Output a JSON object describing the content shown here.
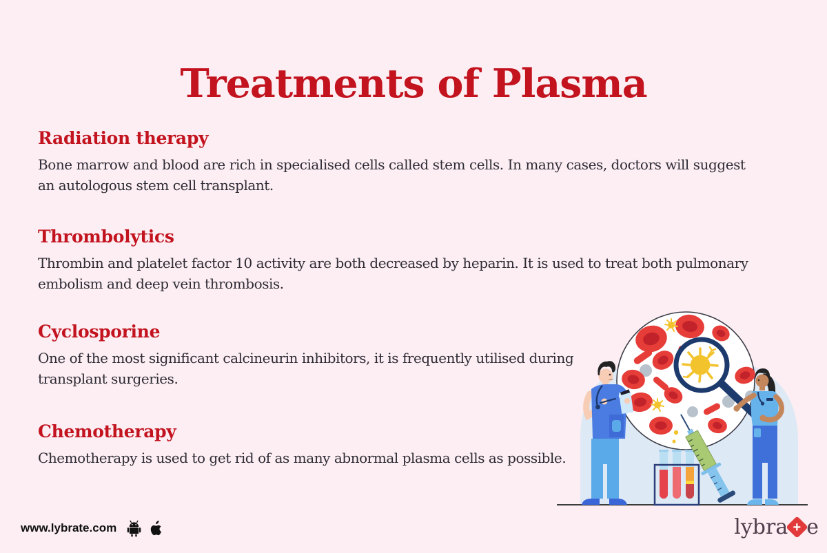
{
  "page": {
    "background_color": "#fceef2"
  },
  "title": {
    "text": "Treatments of Plasma",
    "color": "#c2131f"
  },
  "sections": [
    {
      "heading": "Radiation therapy",
      "body": "Bone marrow and blood are rich in specialised cells called stem cells. In many cases, doctors will suggest an autologous stem cell transplant."
    },
    {
      "heading": "Thrombolytics",
      "body": "Thrombin and platelet factor 10 activity are both decreased by heparin. It is used to treat both pulmonary embolism and deep vein thrombosis."
    },
    {
      "heading": "Cyclosporine",
      "body": "One of the most significant calcineurin inhibitors, it is frequently utilised during transplant surgeries."
    },
    {
      "heading": "Chemotherapy",
      "body": "Chemotherapy is used to get rid of as many abnormal plasma cells as possible."
    }
  ],
  "footer": {
    "website": "www.lybrate.com",
    "store_icons": [
      "android-icon",
      "apple-icon"
    ],
    "logo": {
      "text_before": "lybra",
      "plus_symbol": "+",
      "text_after": "e",
      "text_color": "#503d4b",
      "diamond_color": "#e23a3a"
    }
  },
  "illustration": {
    "description": "Two medical professionals examining magnified blood plasma cells, with test tubes and a syringe",
    "colors": {
      "arch": "#dee9f6",
      "ground_line": "#3b3b3b",
      "dish_fill": "#ffffff",
      "dish_stroke": "#3d3d47",
      "red_cell": "#e63d39",
      "red_cell_inner": "#c2232b",
      "gray_cell": "#b8c2cc",
      "virus_yellow": "#f3c32e",
      "navy": "#1d3a6d",
      "royal_blue": "#4a7ce2",
      "sky_blue": "#66b2ea",
      "light_blue_pants": "#5aa9e8",
      "skin_light": "#f7cdb6",
      "skin_tan": "#c4875c",
      "hair": "#232323",
      "syringe_green": "#a9c973",
      "syringe_blue": "#85c4ec",
      "tube_glass": "#badff3",
      "tube_red": "#e5444d",
      "tube_pink": "#ee6b72",
      "tube_orange": "#f4a43b",
      "tube_yellow": "#ffd83a",
      "tube_crimson": "#c8444a"
    }
  }
}
